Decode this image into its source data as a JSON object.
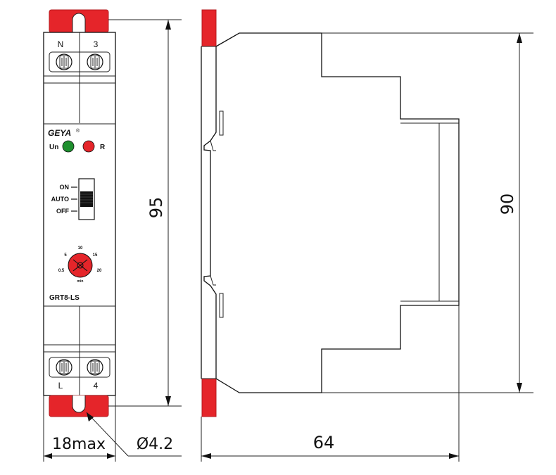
{
  "front": {
    "terminals_top": [
      "N",
      "3"
    ],
    "terminals_bottom": [
      "L",
      "4"
    ],
    "brand": "GEYA",
    "brand_mark": "®",
    "led_labels": {
      "un": "Un",
      "r": "R"
    },
    "led_colors": {
      "un": "#1e8f2e",
      "r": "#e5252a"
    },
    "switch_labels": [
      "ON",
      "AUTO",
      "OFF"
    ],
    "dial_ticks": [
      "0.5",
      "5",
      "10",
      "15",
      "20"
    ],
    "dial_unit": "min",
    "model": "GRT8-LS",
    "accent": "#e5252a"
  },
  "dimensions": {
    "height_front": "95",
    "height_side": "90",
    "width_front": "18max",
    "depth_side": "64",
    "hole_diameter": "Ø4.2"
  }
}
